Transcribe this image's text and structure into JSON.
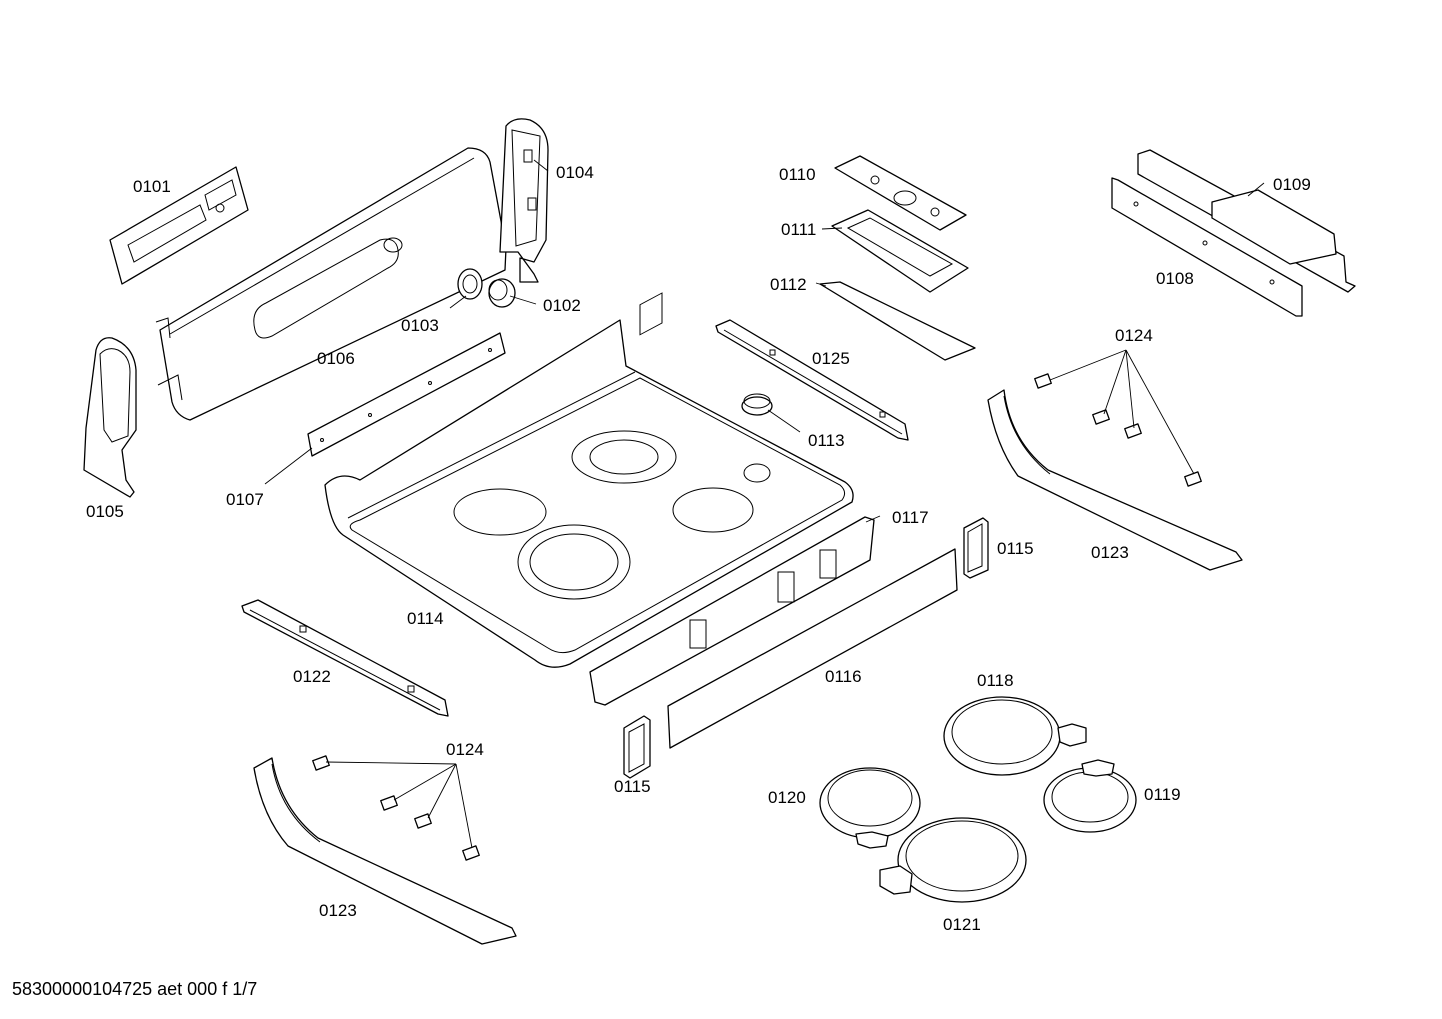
{
  "labels": {
    "p0101": "0101",
    "p0102": "0102",
    "p0103": "0103",
    "p0104": "0104",
    "p0105": "0105",
    "p0106": "0106",
    "p0107": "0107",
    "p0108": "0108",
    "p0109": "0109",
    "p0110": "0110",
    "p0111": "0111",
    "p0112": "0112",
    "p0113": "0113",
    "p0114": "0114",
    "p0115a": "0115",
    "p0115b": "0115",
    "p0116": "0116",
    "p0117": "0117",
    "p0118": "0118",
    "p0119": "0119",
    "p0120": "0120",
    "p0121": "0121",
    "p0122": "0122",
    "p0123a": "0123",
    "p0123b": "0123",
    "p0124a": "0124",
    "p0124b": "0124",
    "p0125": "0125"
  },
  "footer": "58300000104725 aet 000 f 1/7"
}
